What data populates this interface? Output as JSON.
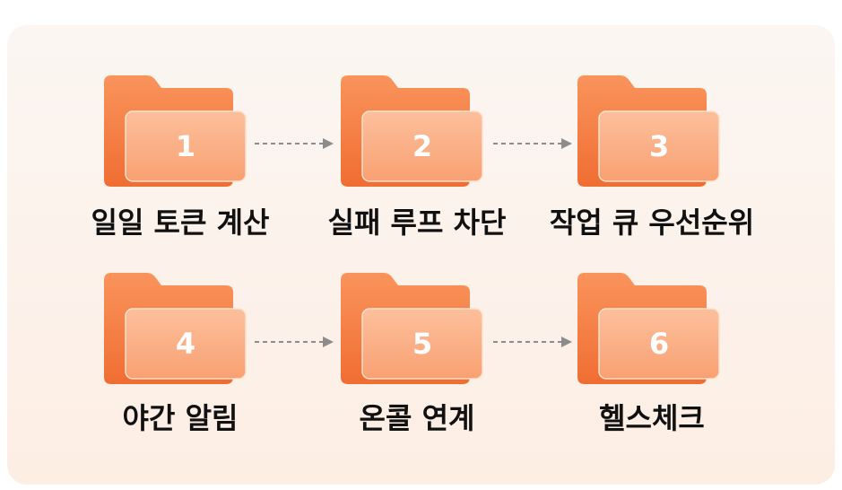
{
  "steps": [
    {
      "number": "1",
      "label": "일일 토큰 계산"
    },
    {
      "number": "2",
      "label": "실패 루프 차단"
    },
    {
      "number": "3",
      "label": "작업 큐 우선순위"
    },
    {
      "number": "4",
      "label": "야간 알림"
    },
    {
      "number": "5",
      "label": "온콜 연계"
    },
    {
      "number": "6",
      "label": "헬스체크"
    }
  ],
  "colors": {
    "folder_back": "#f47a3e",
    "folder_front_top": "#fbb388",
    "folder_front_bottom": "#f9996a",
    "arrow": "#8c8c8c",
    "label": "#111111"
  },
  "icons": {
    "step": "folder-icon",
    "connector": "dashed-arrow-icon"
  }
}
